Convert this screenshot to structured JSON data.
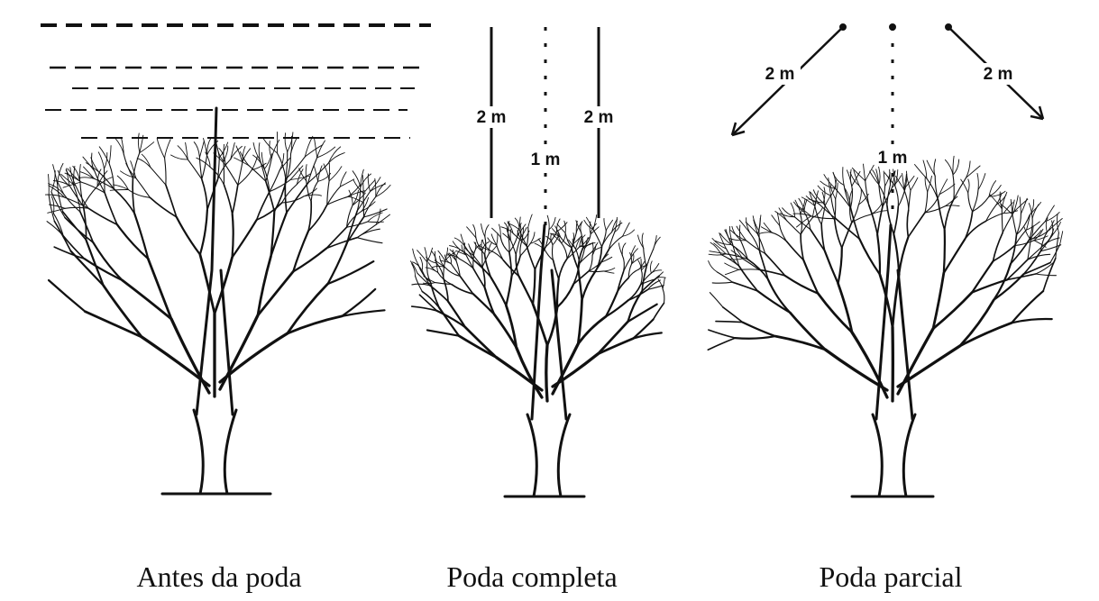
{
  "captions": {
    "before": "Antes da poda",
    "complete": "Poda completa",
    "partial": "Poda parcial"
  },
  "complete_labels": {
    "left": "2 m",
    "center": "1 m",
    "right": "2 m"
  },
  "partial_labels": {
    "left": "2 m",
    "center": "1 m",
    "right": "2 m"
  },
  "colors": {
    "ink": "#111111",
    "background": "#ffffff"
  }
}
